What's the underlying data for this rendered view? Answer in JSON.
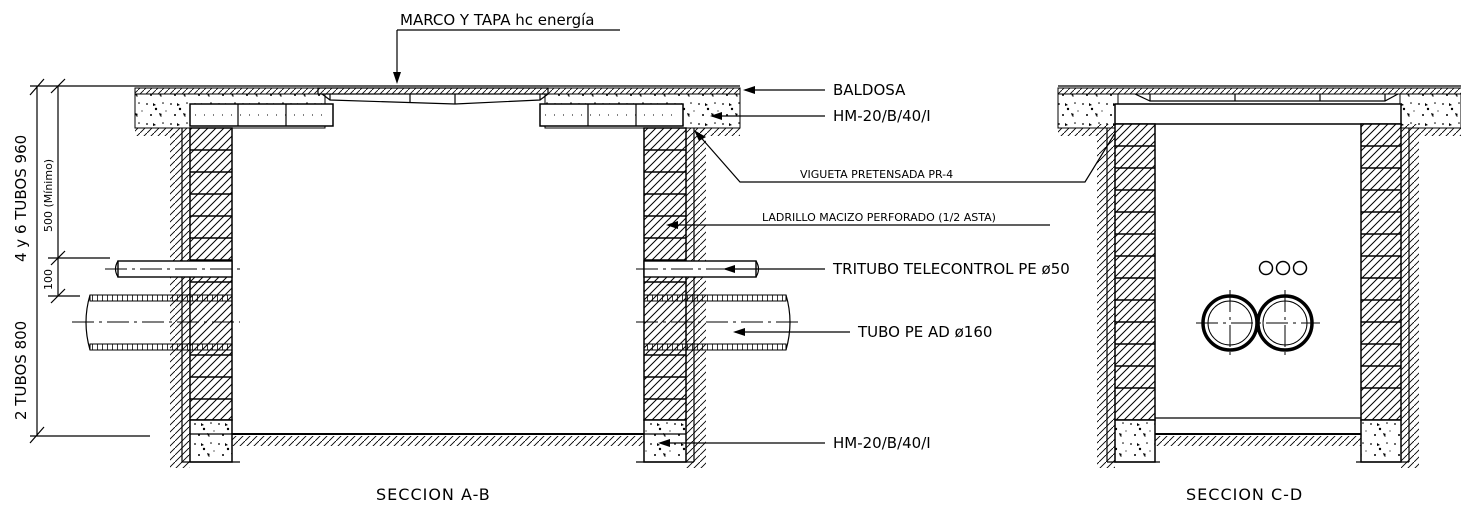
{
  "labels": {
    "marco_tapa": "MARCO Y TAPA hc energía",
    "baldosa": "BALDOSA",
    "hm_top": "HM-20/B/40/I",
    "vigueta": "VIGUETA PRETENSADA PR-4",
    "ladrillo": "LADRILLO MACIZO PERFORADO (1/2 ASTA)",
    "tritubo": "TRITUBO TELECONTROL PE ø50",
    "tubo_pe": "TUBO PE AD ø160",
    "hm_bottom": "HM-20/B/40/I"
  },
  "dimensions": {
    "dim_960": "4 y 6 TUBOS 960",
    "dim_500": "500 (Mínimo)",
    "dim_100": "100",
    "dim_800": "2 TUBOS 800"
  },
  "sections": {
    "ab": "SECCION A-B",
    "cd": "SECCION C-D"
  }
}
